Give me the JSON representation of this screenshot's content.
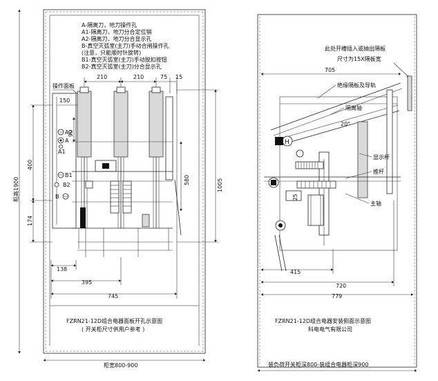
{
  "left_panel": {
    "legend": [
      "A-隔离刀，地刀操作孔",
      "A1-隔离刀，地刀分合定位销",
      "A2-隔离刀，地刀分合显示孔",
      "B-真空灭弧室(主刀)手动合闸操作孔",
      "(注意，只能顺时针旋转)",
      "B1-真空灭弧室(主刀)手动脱扣按钮",
      "B2-真空灭弧室(主刀)分合显示孔"
    ],
    "label_panel": "操作面板",
    "dims": {
      "d210a": "210",
      "d210b": "210",
      "d75": "75",
      "d15": "15",
      "d150": "150",
      "d90": "90",
      "d400": "400",
      "d174": "174",
      "d580": "580",
      "d1005": "1005",
      "d138": "138",
      "d395": "395",
      "d745": "745"
    },
    "markers": {
      "A2": "A2",
      "A": "A",
      "A1": "A1",
      "B1": "B1",
      "B2": "B2",
      "B": "B"
    },
    "height_label": "柜高1900",
    "caption_1": "FZRN21-12D组合电器面板开孔示意图",
    "caption_2": "( 开关柜尺寸供用户参考 )",
    "width_label": "柜宽800-900"
  },
  "right_panel": {
    "note_1": "此处开槽插入或抽出隔板",
    "note_2": "尺寸为15X隔板宽",
    "label_guide": "绝缘隔板及导轨",
    "label_isolation_shaft": "隔离轴",
    "angle": "20°",
    "label_indicator": "显示杆",
    "label_push_rod": "推杆",
    "label_main_shaft": "主轴",
    "marker_H": "H",
    "dims": {
      "d705": "705",
      "d25": "25",
      "d415": "415",
      "d720": "720",
      "d779": "779"
    },
    "caption_1": "FZRN21-12D组合电器安装侧面示意图",
    "caption_2": "科电电气有限公司",
    "depth_label": "装负荷开关柜深800-装组合电器柜深900"
  }
}
